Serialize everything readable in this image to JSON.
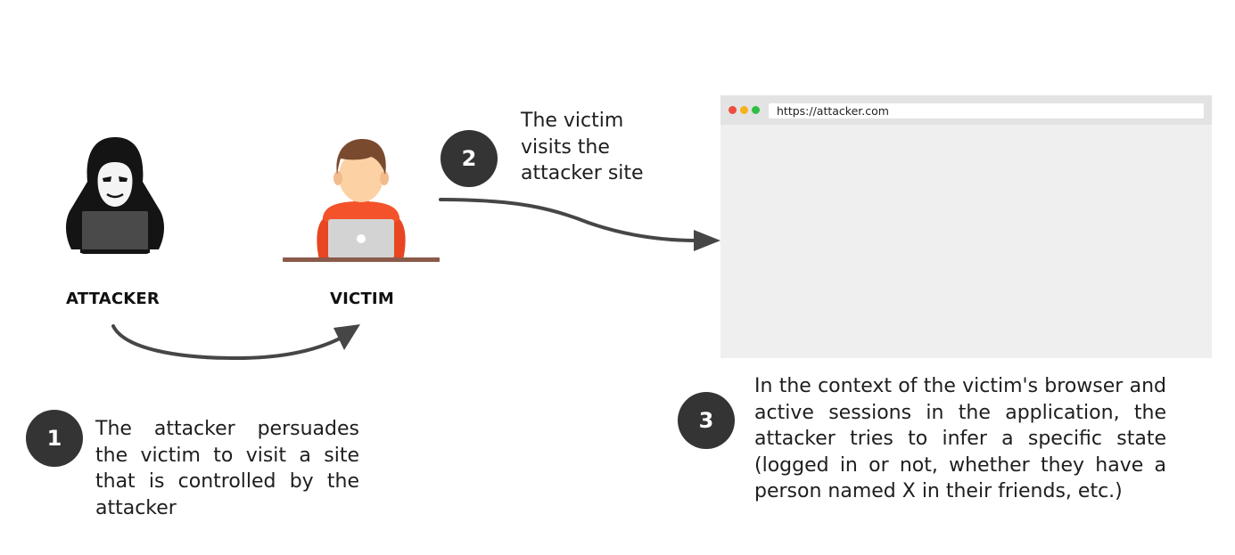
{
  "actors": {
    "attacker_label": "ATTACKER",
    "victim_label": "VICTIM"
  },
  "steps": [
    {
      "number": "1",
      "text": "The attacker persuades the victim to visit a site that is controlled by the attacker"
    },
    {
      "number": "2",
      "text": "The victim visits the attacker site"
    },
    {
      "number": "3",
      "text": "In the context of the victim's browser and active sessions in the application, the attacker tries to infer a specific state (logged in or not, whether they have a person named X in their friends, etc.)"
    }
  ],
  "browser": {
    "url": "https://attacker.com",
    "window_dots": [
      "#ee4d3f",
      "#f5b21b",
      "#2fbf45"
    ]
  },
  "colors": {
    "step_circle": "#343434",
    "arrow": "#464646",
    "victim_shirt": "#f4522a",
    "victim_hair": "#7a4a2f",
    "victim_skin": "#fcd2a4",
    "desk": "#8a5a4a",
    "hacker": "#141414"
  },
  "icons": [
    "hacker-icon",
    "victim-icon",
    "browser-window-icon"
  ]
}
